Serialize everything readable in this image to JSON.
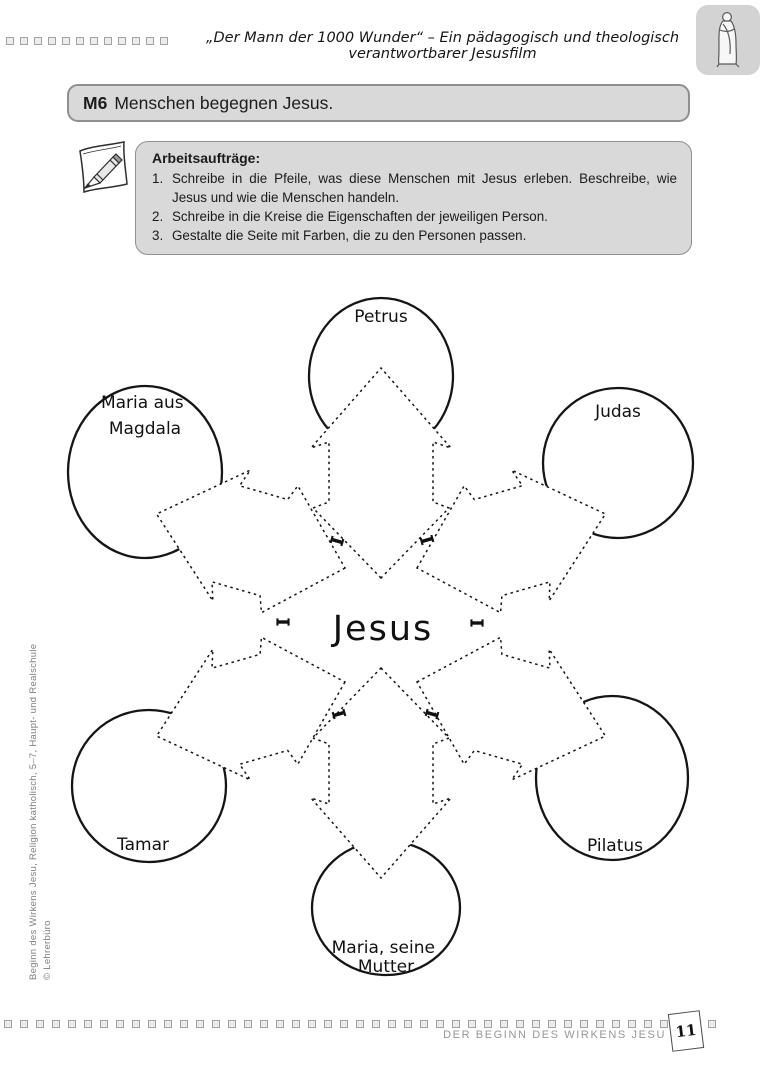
{
  "header": {
    "title": "„Der Mann der 1000 Wunder“ – Ein pädagogisch und theologisch verantwortbarer Jesusfilm"
  },
  "title_box": {
    "code": "M6",
    "title": "Menschen begegnen Jesus."
  },
  "instructions": {
    "heading": "Arbeitsaufträge:",
    "items": [
      {
        "number": "1.",
        "text": "Schreibe in die Pfeile, was diese Menschen mit Jesus erleben. Beschreibe, wie Jesus und wie die Menschen handeln."
      },
      {
        "number": "2.",
        "text": "Schreibe in die Kreise die Eigenschaften der jeweiligen Person."
      },
      {
        "number": "3.",
        "text": "Gestalte die Seite mit Farben, die zu den Personen passen."
      }
    ]
  },
  "diagram": {
    "center_label": "Jesus",
    "nodes": [
      {
        "id": "petrus",
        "lines": [
          "Petrus"
        ]
      },
      {
        "id": "maria-magdala",
        "lines": [
          "Maria aus",
          "Magdala"
        ]
      },
      {
        "id": "judas",
        "lines": [
          "Judas"
        ]
      },
      {
        "id": "tamar",
        "lines": [
          "Tamar"
        ]
      },
      {
        "id": "pilatus",
        "lines": [
          "Pilatus"
        ]
      },
      {
        "id": "maria-mutter",
        "lines": [
          "Maria, seine",
          "Mutter"
        ]
      }
    ]
  },
  "sidebar": {
    "line1": "Beginn des Wirkens Jesu, Religion katholisch, 5–7, Haupt- und Realschule",
    "line2": "© Lehrerbüro"
  },
  "footer": {
    "caption": "DER BEGINN DES WIRKENS JESU",
    "page_number": "11"
  },
  "icons": {
    "note": "note-pencil-icon",
    "figure": "jesus-figure-icon"
  },
  "colors": {
    "box_fill": "#d9d9d9",
    "box_border": "#8f8f8f",
    "muted_text": "#969696",
    "ink": "#141414"
  }
}
